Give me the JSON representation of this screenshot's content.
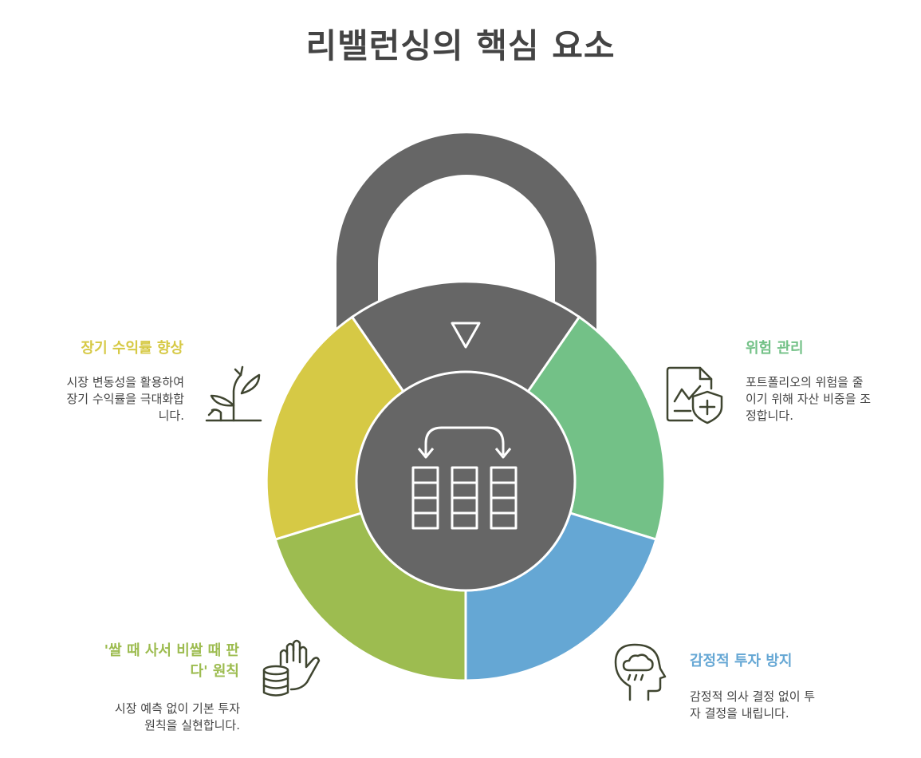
{
  "title": "리밸런싱의 핵심 요소",
  "colors": {
    "lock": "#666666",
    "long_term": "#D6C945",
    "risk": "#73C187",
    "emotion": "#65A7D4",
    "principle": "#9DBC50",
    "icon": "#3f4530",
    "desc_text": "#444444"
  },
  "elements": {
    "long_term": {
      "title": "장기 수익률 향상",
      "desc_lines": [
        "시장 변동성을 활용하여",
        "장기 수익률을 극대화합",
        "니다."
      ],
      "icon": "sprout-growth-icon"
    },
    "risk": {
      "title": "위험 관리",
      "desc_lines": [
        "포트폴리오의 위험을 줄",
        "이기 위해 자산 비중을 조",
        "정합니다."
      ],
      "icon": "chart-shield-icon"
    },
    "principle": {
      "title_lines": [
        "'쌀 때 사서 비쌀 때 판",
        "다' 원칙"
      ],
      "desc_lines": [
        "시장 예측 없이 기본 투자",
        "원칙을 실현합니다."
      ],
      "icon": "hand-coins-icon"
    },
    "emotion": {
      "title": "감정적 투자 방지",
      "desc_lines": [
        "감정적 의사 결정 없이 투",
        "자 결정을 내립니다."
      ],
      "icon": "head-storm-icon"
    }
  },
  "center_icon": "rebalance-columns-icon",
  "top_icon": "triangle-down-icon"
}
